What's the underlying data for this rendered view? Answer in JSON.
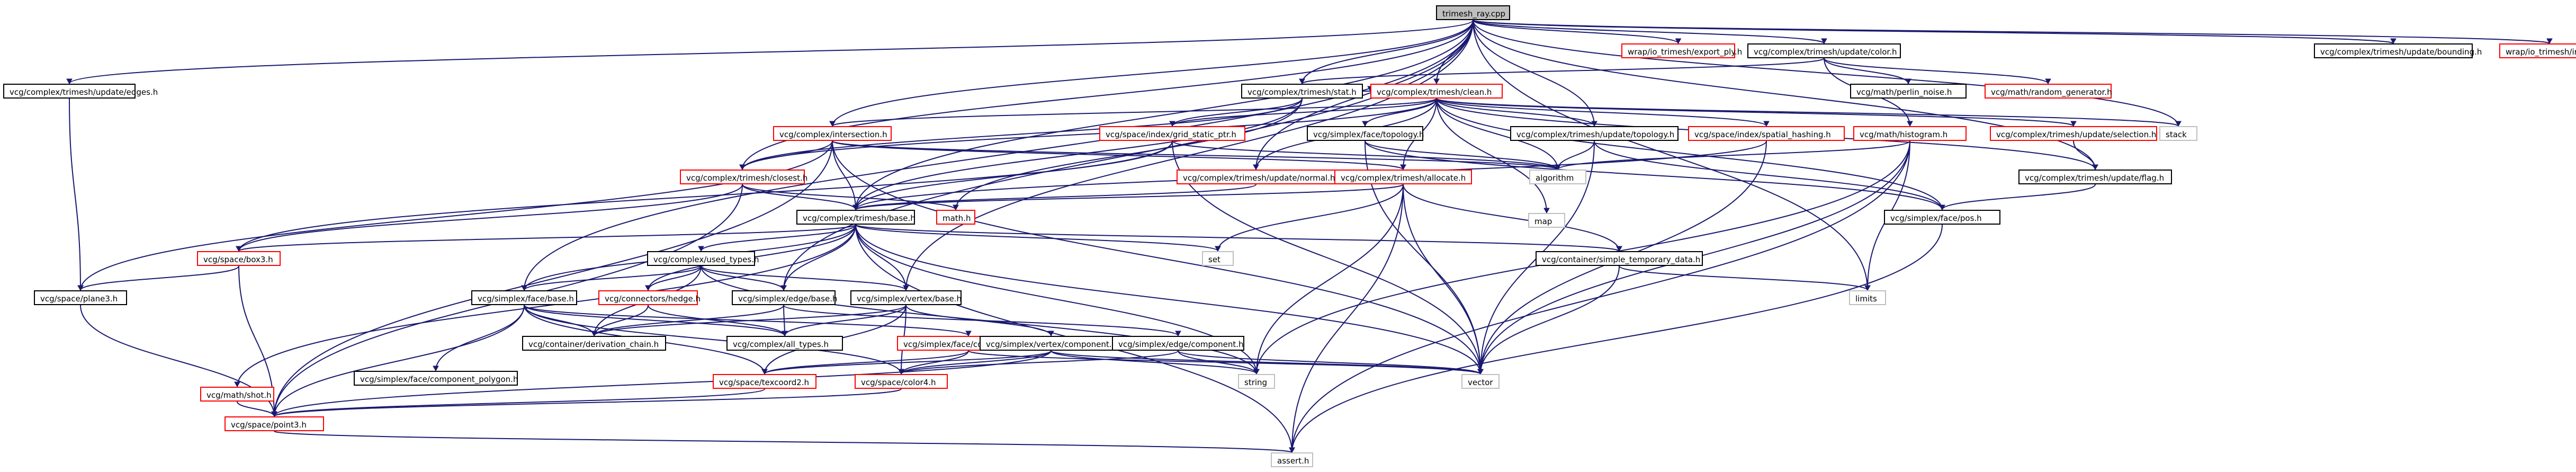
{
  "nodes": [
    {
      "id": "trimesh_raycpp",
      "label": "trimesh_ray.cpp",
      "kind": "root"
    },
    {
      "id": "update_edges",
      "label": "vcg/complex/trimesh/update/edges.h",
      "kind": "black"
    },
    {
      "id": "wrap_export_ply",
      "label": "wrap/io_trimesh/export_ply.h",
      "kind": "red"
    },
    {
      "id": "update_color",
      "label": "vcg/complex/trimesh/update/color.h",
      "kind": "black"
    },
    {
      "id": "update_bounding",
      "label": "vcg/complex/trimesh/update/bounding.h",
      "kind": "black"
    },
    {
      "id": "wrap_import",
      "label": "wrap/io_trimesh/import.h",
      "kind": "red"
    },
    {
      "id": "perlin",
      "label": "vcg/math/perlin_noise.h",
      "kind": "black"
    },
    {
      "id": "random_gen",
      "label": "vcg/math/random_generator.h",
      "kind": "red"
    },
    {
      "id": "stat",
      "label": "vcg/complex/trimesh/stat.h",
      "kind": "black"
    },
    {
      "id": "clean",
      "label": "vcg/complex/trimesh/clean.h",
      "kind": "red"
    },
    {
      "id": "intersection",
      "label": "vcg/complex/intersection.h",
      "kind": "red"
    },
    {
      "id": "grid_static",
      "label": "vcg/space/index/grid_static_ptr.h",
      "kind": "red"
    },
    {
      "id": "face_topology",
      "label": "vcg/simplex/face/topology.h",
      "kind": "black"
    },
    {
      "id": "update_topology",
      "label": "vcg/complex/trimesh/update/topology.h",
      "kind": "black"
    },
    {
      "id": "spatial_hashing",
      "label": "vcg/space/index/spatial_hashing.h",
      "kind": "red"
    },
    {
      "id": "histogram",
      "label": "vcg/math/histogram.h",
      "kind": "red"
    },
    {
      "id": "update_selection",
      "label": "vcg/complex/trimesh/update/selection.h",
      "kind": "red"
    },
    {
      "id": "stack",
      "label": "stack",
      "kind": "grey"
    },
    {
      "id": "algorithm",
      "label": "algorithm",
      "kind": "grey"
    },
    {
      "id": "closest",
      "label": "vcg/complex/trimesh/closest.h",
      "kind": "red"
    },
    {
      "id": "update_normal",
      "label": "vcg/complex/trimesh/update/normal.h",
      "kind": "red"
    },
    {
      "id": "allocate",
      "label": "vcg/complex/trimesh/allocate.h",
      "kind": "red"
    },
    {
      "id": "update_flag",
      "label": "vcg/complex/trimesh/update/flag.h",
      "kind": "black"
    },
    {
      "id": "map",
      "label": "map",
      "kind": "grey"
    },
    {
      "id": "face_pos",
      "label": "vcg/simplex/face/pos.h",
      "kind": "black"
    },
    {
      "id": "math",
      "label": "math.h",
      "kind": "red"
    },
    {
      "id": "trimesh_base",
      "label": "vcg/complex/trimesh/base.h",
      "kind": "black"
    },
    {
      "id": "set",
      "label": "set",
      "kind": "grey"
    },
    {
      "id": "simple_temp",
      "label": "vcg/container/simple_temporary_data.h",
      "kind": "black"
    },
    {
      "id": "box3",
      "label": "vcg/space/box3.h",
      "kind": "red"
    },
    {
      "id": "used_types",
      "label": "vcg/complex/used_types.h",
      "kind": "black"
    },
    {
      "id": "limits",
      "label": "limits",
      "kind": "grey"
    },
    {
      "id": "plane3",
      "label": "vcg/space/plane3.h",
      "kind": "black"
    },
    {
      "id": "face_base",
      "label": "vcg/simplex/face/base.h",
      "kind": "black"
    },
    {
      "id": "hedge",
      "label": "vcg/connectors/hedge.h",
      "kind": "red"
    },
    {
      "id": "edge_base",
      "label": "vcg/simplex/edge/base.h",
      "kind": "black"
    },
    {
      "id": "vertex_base",
      "label": "vcg/simplex/vertex/base.h",
      "kind": "black"
    },
    {
      "id": "derivation_chain",
      "label": "vcg/container/derivation_chain.h",
      "kind": "black"
    },
    {
      "id": "all_types",
      "label": "vcg/complex/all_types.h",
      "kind": "black"
    },
    {
      "id": "face_component",
      "label": "vcg/simplex/face/component.h",
      "kind": "red"
    },
    {
      "id": "vertex_component",
      "label": "vcg/simplex/vertex/component.h",
      "kind": "black"
    },
    {
      "id": "edge_component",
      "label": "vcg/simplex/edge/component.h",
      "kind": "black"
    },
    {
      "id": "face_comp_polygon",
      "label": "vcg/simplex/face/component_polygon.h",
      "kind": "black"
    },
    {
      "id": "string",
      "label": "string",
      "kind": "grey"
    },
    {
      "id": "vector",
      "label": "vector",
      "kind": "grey"
    },
    {
      "id": "shot",
      "label": "vcg/math/shot.h",
      "kind": "red"
    },
    {
      "id": "texcoord2",
      "label": "vcg/space/texcoord2.h",
      "kind": "red"
    },
    {
      "id": "color4",
      "label": "vcg/space/color4.h",
      "kind": "red"
    },
    {
      "id": "point3",
      "label": "vcg/space/point3.h",
      "kind": "red"
    },
    {
      "id": "assert",
      "label": "assert.h",
      "kind": "grey"
    }
  ]
}
